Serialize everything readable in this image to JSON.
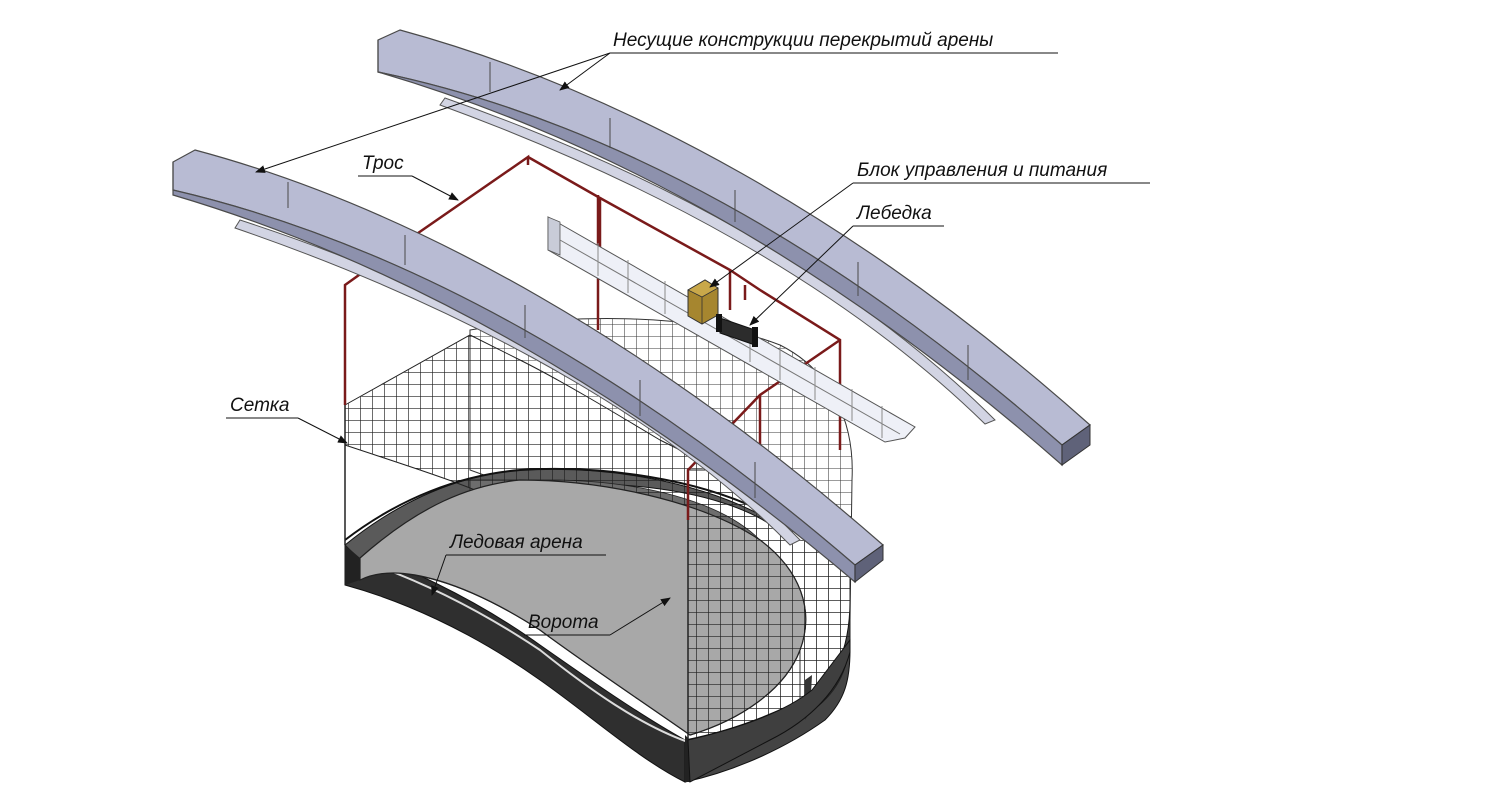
{
  "labels": {
    "beams": "Несущие конструкции перекрытий арены",
    "cable": "Трос",
    "control_unit": "Блок управления и питания",
    "winch": "Лебедка",
    "net": "Сетка",
    "ice_arena": "Ледовая арена",
    "goal": "Ворота"
  },
  "colors": {
    "beam_top": "#b6b9d2",
    "beam_side": "#8c90ab",
    "beam_end": "#5d6078",
    "cable": "#7a1a1a",
    "net": "#222222",
    "ice": "#a9a9a9",
    "board_inner": "#7e7e7e",
    "board_outer": "#3a3a3a",
    "control_box": "#9c7e2c",
    "rail": "#e8eaf2"
  }
}
